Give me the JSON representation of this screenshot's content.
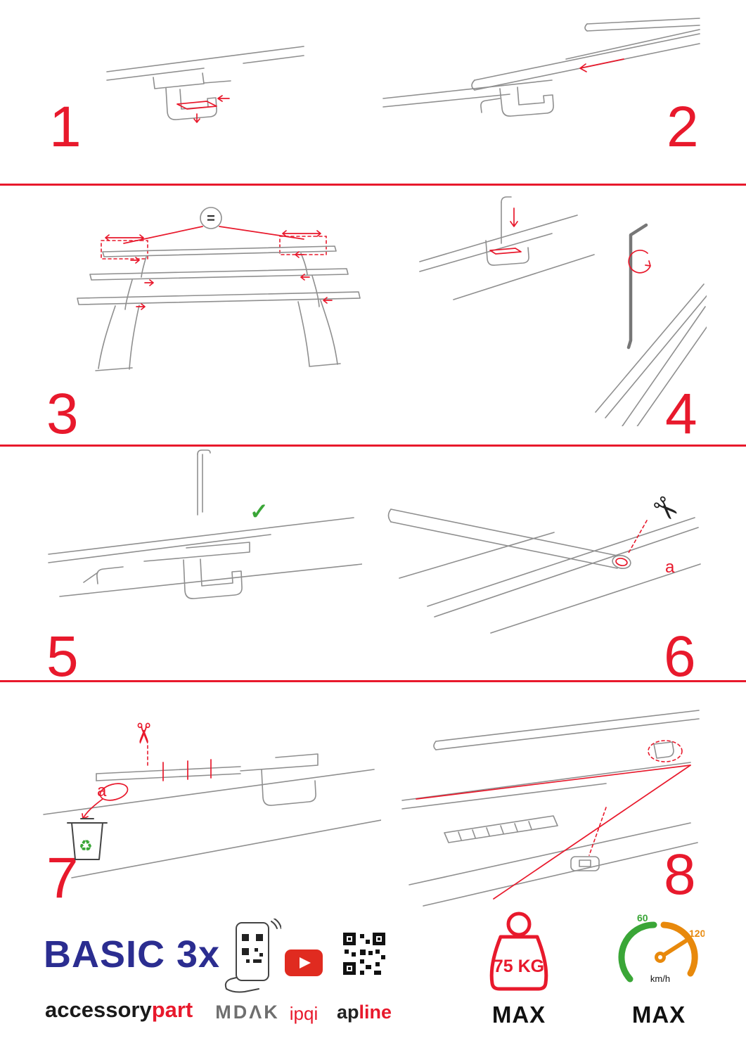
{
  "page": {
    "bg": "#ffffff",
    "accent": "#e8192c",
    "drawing_grey": "#8f8f8f",
    "brand_blue": "#2b2d90",
    "green": "#3aa637",
    "orange": "#e8890c"
  },
  "steps": {
    "s1": {
      "number": "1"
    },
    "s2": {
      "number": "2"
    },
    "s3": {
      "number": "3",
      "equal": "="
    },
    "s4": {
      "number": "4"
    },
    "s5": {
      "number": "5",
      "check": "✓"
    },
    "s6": {
      "number": "6",
      "label_a": "a"
    },
    "s7": {
      "number": "7",
      "label_a": "a"
    },
    "s8": {
      "number": "8"
    }
  },
  "icons": {
    "scissors": "✂",
    "recycle": "♻"
  },
  "footer": {
    "product_title": "BASIC 3x",
    "brand_left": "accessory",
    "brand_right": "part",
    "logo_mdak": "MDΛK",
    "logo_ipqi": "ipqi",
    "logo_ap": "ap",
    "logo_line": "line",
    "weight_value": "75 KG",
    "weight_max": "MAX",
    "speed_low": "60",
    "speed_high": "120",
    "speed_unit": "km/h",
    "speed_max": "MAX"
  }
}
